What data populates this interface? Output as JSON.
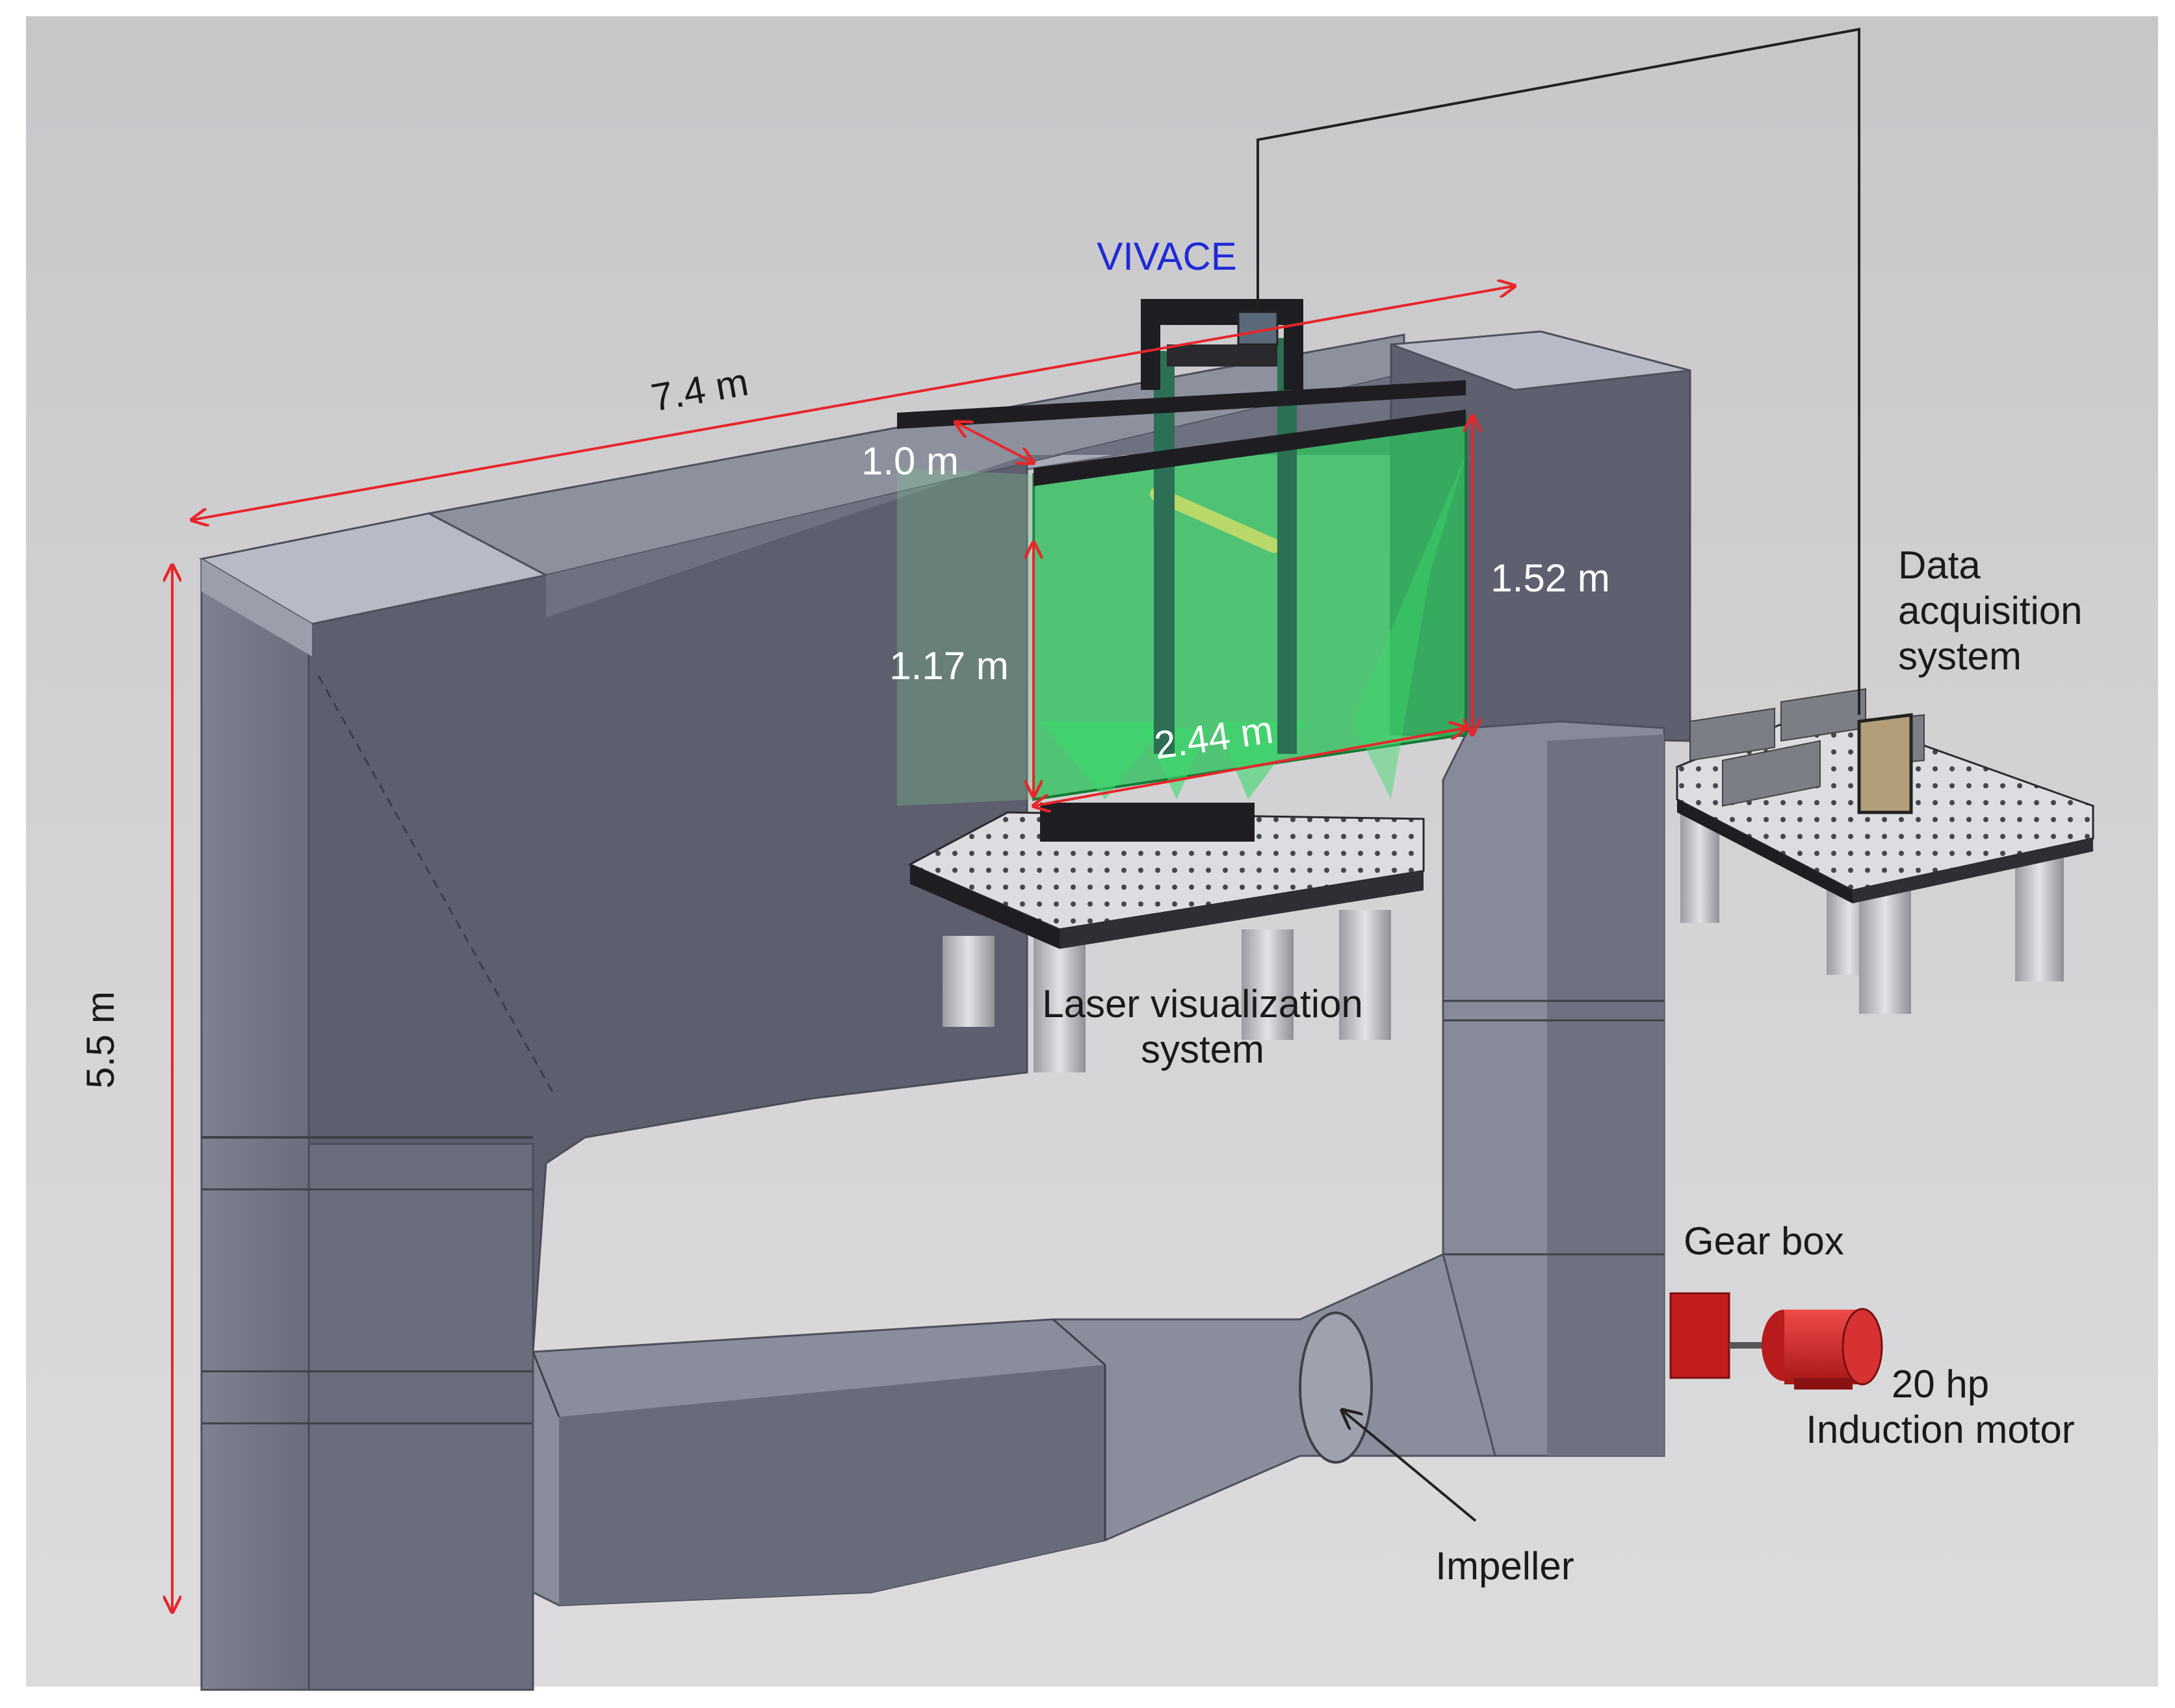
{
  "title": "VIVACE",
  "dimensions": {
    "length": "7.4 m",
    "height": "5.5 m",
    "channel_width": "1.0 m",
    "water_depth": "1.17 m",
    "section_height": "1.52 m",
    "section_length": "2.44 m"
  },
  "components": {
    "data_acquisition": [
      "Data",
      "acquisition",
      "system"
    ],
    "laser_system": [
      "Laser visualization",
      "system"
    ],
    "gear_box": "Gear box",
    "motor": [
      "20 hp",
      "Induction motor"
    ],
    "impeller": "Impeller"
  },
  "colors": {
    "background": "#d6d6d8",
    "channel_body": "#5f6170",
    "channel_top": "#b5b8c4",
    "lower_duct": "#8b8e9c",
    "water": "#2bbf5a",
    "dimension_arrow": "#e8262a",
    "motor": "#d42222",
    "label_blue": "#1f2bd6"
  }
}
